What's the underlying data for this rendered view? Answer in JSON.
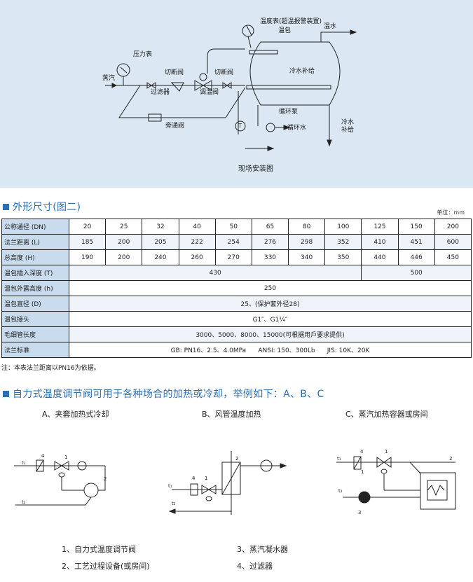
{
  "install": {
    "labels": {
      "thermometer": "温度表(超温报警装置)",
      "bulb": "温包",
      "hot_water": "温水",
      "pressure_gauge": "压力表",
      "steam": "蒸汽",
      "shutoff1": "切断阀",
      "shutoff2": "切断阀",
      "filter": "过滤器",
      "regulator": "调温阀",
      "cold_supply_top": "冷水补给",
      "pump": "循环泵",
      "circulating_water": "循环水",
      "bypass": "旁通阀",
      "cold_water": "冷水",
      "supply": "补给",
      "t_mark": "T"
    },
    "caption": "现场安装图"
  },
  "dimensions": {
    "title": "外形尺寸(图二)",
    "unit": "单位：mm",
    "rows": [
      {
        "label": "公称通径 (DN)",
        "cells": [
          "20",
          "25",
          "32",
          "40",
          "50",
          "65",
          "80",
          "100",
          "125",
          "150",
          "200"
        ]
      },
      {
        "label": "法兰距离 (L)",
        "cells": [
          "185",
          "200",
          "205",
          "222",
          "254",
          "276",
          "298",
          "352",
          "410",
          "451",
          "600"
        ]
      },
      {
        "label": "总高度 (H)",
        "cells": [
          "190",
          "200",
          "240",
          "260",
          "270",
          "330",
          "340",
          "350",
          "440",
          "446",
          "450"
        ]
      },
      {
        "label": "温包插入深度 (T)",
        "left": "430",
        "right": "500"
      },
      {
        "label": "温包外露高度 (h)",
        "span": "250"
      },
      {
        "label": "温包直径 (D)",
        "span": "25、(保护套外径28)"
      },
      {
        "label": "温包接头",
        "span": "G1″、G1¼″"
      },
      {
        "label": "毛细管长度",
        "span": "3000、5000、8000、15000(可根据用戶要求提供)"
      },
      {
        "label": "法兰标准",
        "span": "GB: PN16、2.5、4.0MPa      ANSI: 150、300Lb      JIS: 10K、20K"
      }
    ],
    "note": "注：本表法兰距离以PN16为依据。"
  },
  "applications": {
    "title": "自力式温度调节阀可用于各种场合的加热或冷却，举例如下：A、B、C",
    "cases": {
      "a": "A、夹套加热式冷却",
      "b": "B、风管温度加热",
      "c": "C、蒸汽加热容器或房间"
    },
    "marks": {
      "t1": "t₁",
      "t2": "t₂",
      "n1": "1",
      "n2": "2",
      "n3": "3",
      "n4": "4"
    },
    "legend": {
      "l1": "1、自力式温度调节阀",
      "l2": "2、工艺过程设备(或房间)",
      "l3": "3、蒸汽凝水器",
      "l4": "4、过滤器"
    }
  },
  "colors": {
    "accent": "#2a6fb4",
    "panel": "#dbe8f3",
    "table_head": "#c8dcee"
  }
}
